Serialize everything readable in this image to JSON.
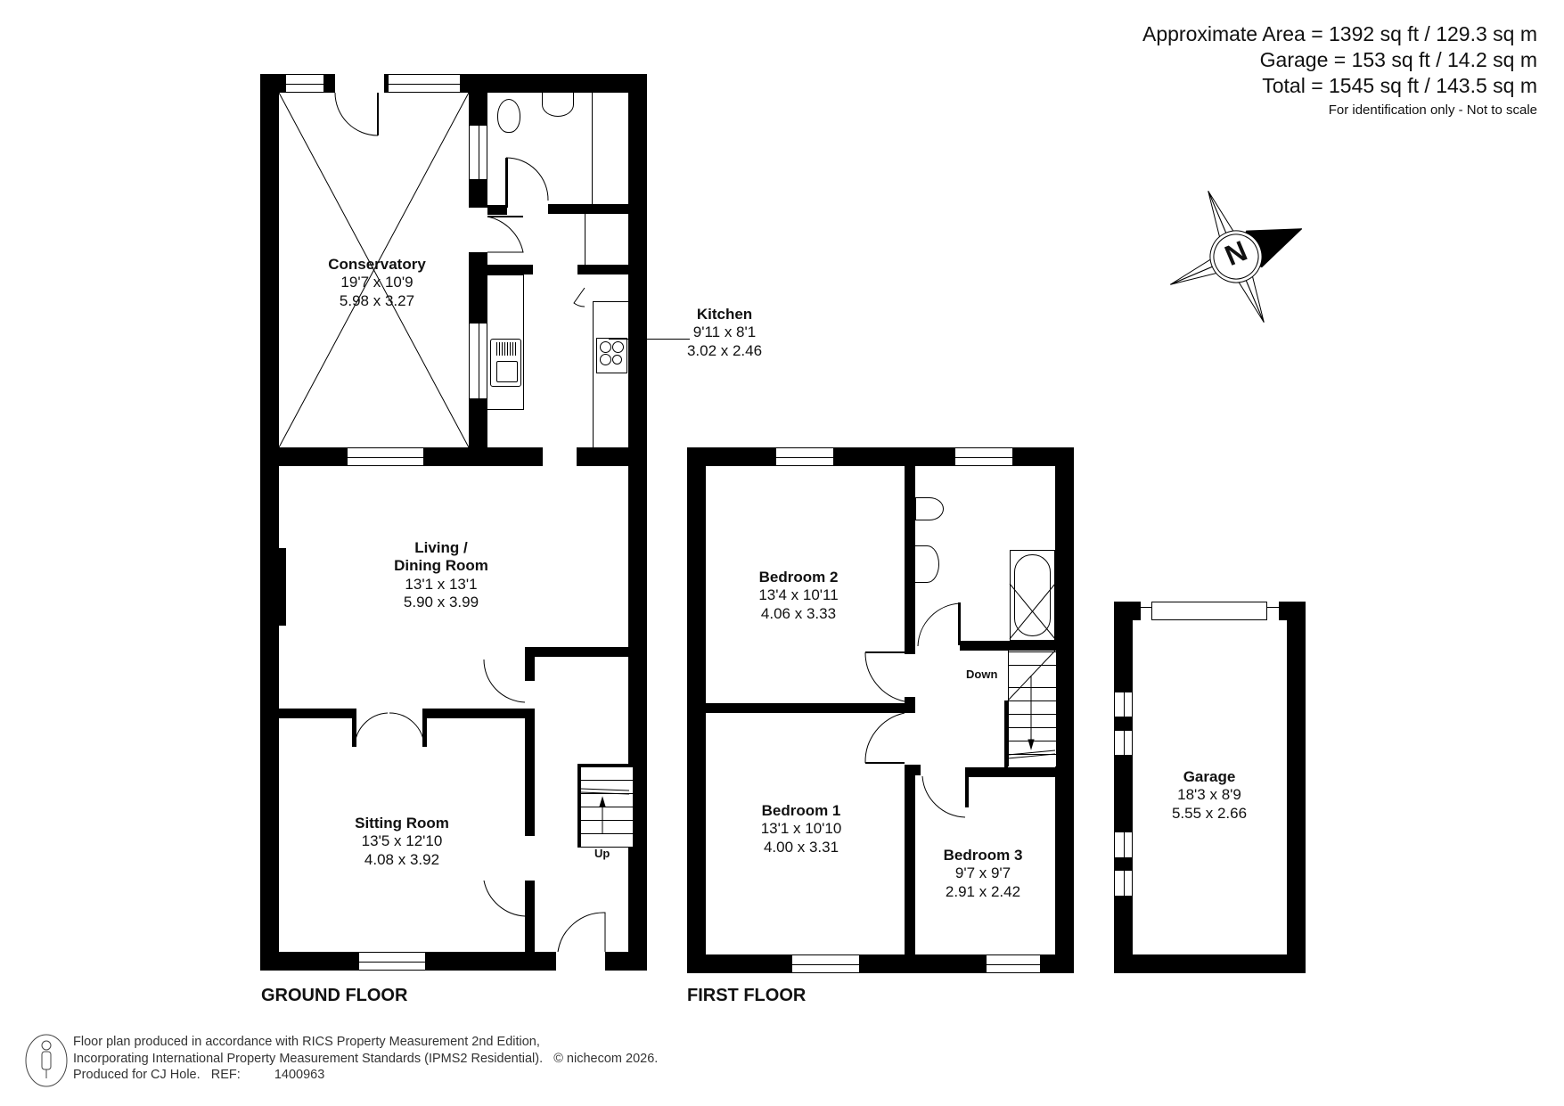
{
  "areas": {
    "approximate": "Approximate Area = 1392 sq ft / 129.3 sq m",
    "garage": "Garage = 153 sq ft / 14.2 sq m",
    "total": "Total = 1545 sq ft / 143.5 sq m",
    "note": "For identification only - Not to scale"
  },
  "compass": {
    "label": "N"
  },
  "floors": {
    "ground": {
      "title": "GROUND FLOOR",
      "rooms": {
        "conservatory": {
          "name": "Conservatory",
          "imperial": "19'7 x 10'9",
          "metric": "5.98 x 3.27"
        },
        "kitchen": {
          "name": "Kitchen",
          "imperial": "9'11 x 8'1",
          "metric": "3.02 x 2.46"
        },
        "living": {
          "name_line1": "Living /",
          "name_line2": "Dining Room",
          "imperial": "13'1 x 13'1",
          "metric": "5.90 x 3.99"
        },
        "sitting": {
          "name": "Sitting Room",
          "imperial": "13'5 x 12'10",
          "metric": "4.08 x 3.92"
        }
      },
      "stairs_label": "Up"
    },
    "first": {
      "title": "FIRST FLOOR",
      "rooms": {
        "bedroom2": {
          "name": "Bedroom 2",
          "imperial": "13'4 x 10'11",
          "metric": "4.06 x 3.33"
        },
        "bedroom1": {
          "name": "Bedroom 1",
          "imperial": "13'1 x 10'10",
          "metric": "4.00 x 3.31"
        },
        "bedroom3": {
          "name": "Bedroom 3",
          "imperial": "9'7 x 9'7",
          "metric": "2.91 x 2.42"
        }
      },
      "stairs_label": "Down"
    },
    "garage": {
      "rooms": {
        "garage": {
          "name": "Garage",
          "imperial": "18'3 x 8'9",
          "metric": "5.55 x 2.66"
        }
      }
    }
  },
  "footer": {
    "line1": "Floor plan produced in accordance with RICS Property Measurement 2nd Edition,",
    "line2": "Incorporating International Property Measurement Standards (IPMS2 Residential).",
    "copyright": "© nichecom 2026.",
    "line3_prefix": "Produced for CJ Hole.",
    "ref_label": "REF:",
    "ref_value": "1400963"
  }
}
